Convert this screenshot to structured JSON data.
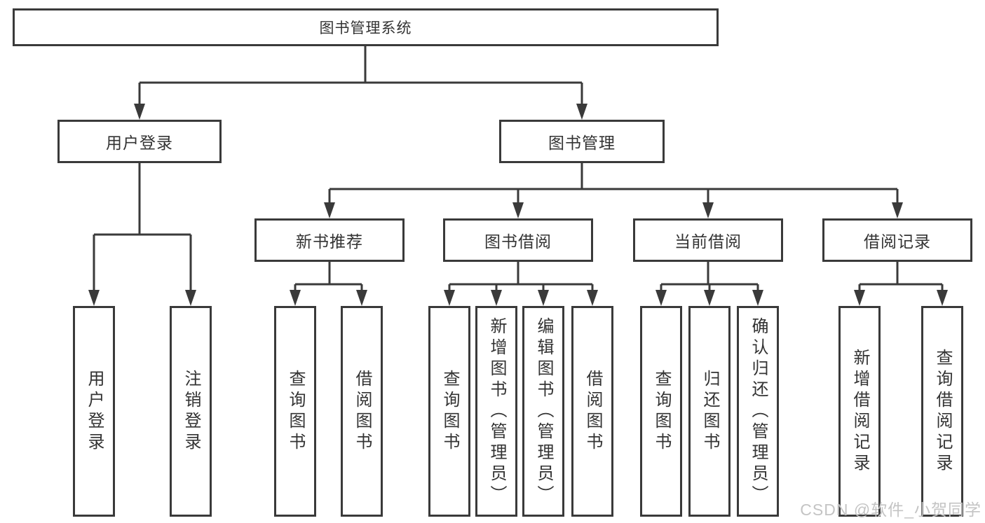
{
  "colors": {
    "line": "#3a3a3a",
    "text": "#333333",
    "background": "#ffffff",
    "watermark": "#c4c4c4"
  },
  "watermark": {
    "text": "CSDN @软件_小贺同学"
  },
  "tree": {
    "root": {
      "label": "图书管理系统"
    },
    "login": {
      "label": "用户登录",
      "children": [
        "用户登录",
        "注销登录"
      ]
    },
    "manage": {
      "label": "图书管理",
      "groups": [
        {
          "label": "新书推荐",
          "children": [
            "查询图书",
            "借阅图书"
          ]
        },
        {
          "label": "图书借阅",
          "children": [
            "查询图书",
            "新增图书（管理员）",
            "编辑图书（管理员）",
            "借阅图书"
          ]
        },
        {
          "label": "当前借阅",
          "children": [
            "查询图书",
            "归还图书",
            "确认归还（管理员）"
          ]
        },
        {
          "label": "借阅记录",
          "children": [
            "新增借阅记录",
            "查询借阅记录"
          ]
        }
      ]
    }
  }
}
